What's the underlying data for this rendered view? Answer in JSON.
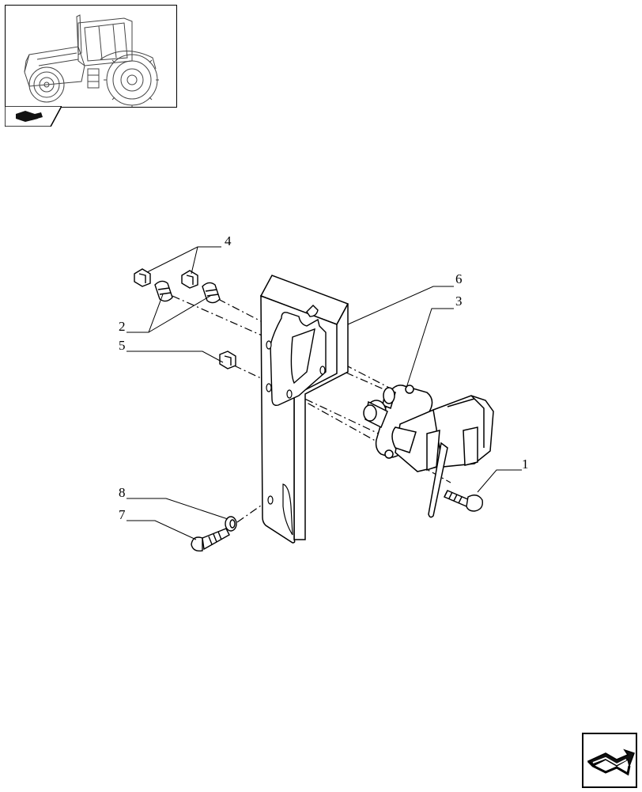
{
  "callouts": {
    "c1": "1",
    "c2": "2",
    "c3": "3",
    "c4": "4",
    "c5": "5",
    "c6": "6",
    "c7": "7",
    "c8": "8"
  },
  "icons": {
    "thumbnail": "tractor-thumbnail-icon",
    "section_tab": "section-tab-icon",
    "navigation": "navigation-arrow-icon"
  }
}
